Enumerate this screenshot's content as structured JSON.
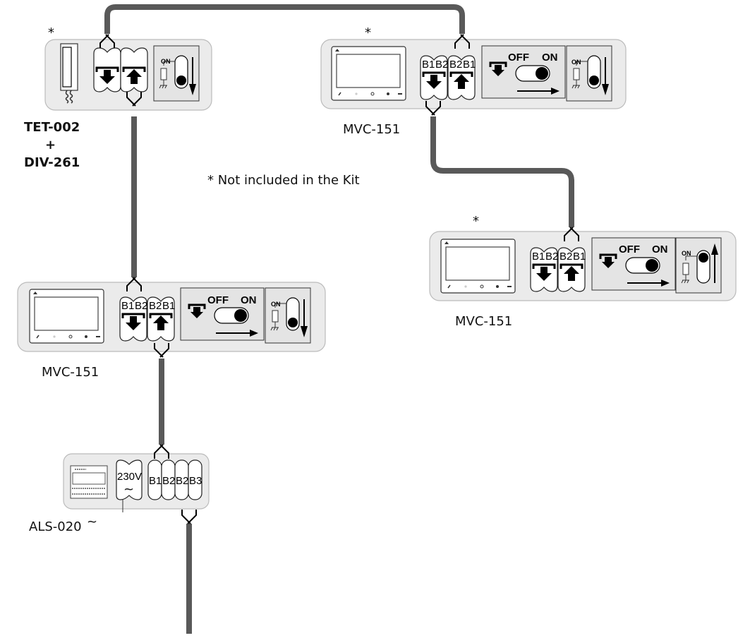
{
  "diagram": {
    "note": "* Not included in the Kit",
    "not_included_marker": "*",
    "cable_color": "#595959",
    "panel_fill": "#ebebeb",
    "devices": [
      {
        "id": "tet",
        "label_lines": [
          "TET-002",
          "+",
          "DIV-261"
        ],
        "not_included": true,
        "termination": "ON",
        "end_arrow": "down"
      },
      {
        "id": "mvc1",
        "label": "MVC-151",
        "not_included": true,
        "terminals": [
          "B1",
          "B2",
          "B2",
          "B1"
        ],
        "switch_off": "OFF",
        "switch_on": "ON",
        "termination": "ON",
        "end_arrow": "down"
      },
      {
        "id": "mvc2",
        "label": "MVC-151",
        "not_included": true,
        "terminals": [
          "B1",
          "B2",
          "B2",
          "B1"
        ],
        "switch_off": "OFF",
        "switch_on": "ON",
        "termination": "ON",
        "end_arrow": "up"
      },
      {
        "id": "mvc3",
        "label": "MVC-151",
        "not_included": false,
        "terminals": [
          "B1",
          "B2",
          "B2",
          "B1"
        ],
        "switch_off": "OFF",
        "switch_on": "ON",
        "termination": "ON",
        "end_arrow": "down"
      },
      {
        "id": "als",
        "label": "ALS-020",
        "label_suffix": "~",
        "power": "230V",
        "power_symbol": "~",
        "terminals": [
          "B1",
          "B2",
          "B2",
          "B3"
        ]
      }
    ]
  }
}
